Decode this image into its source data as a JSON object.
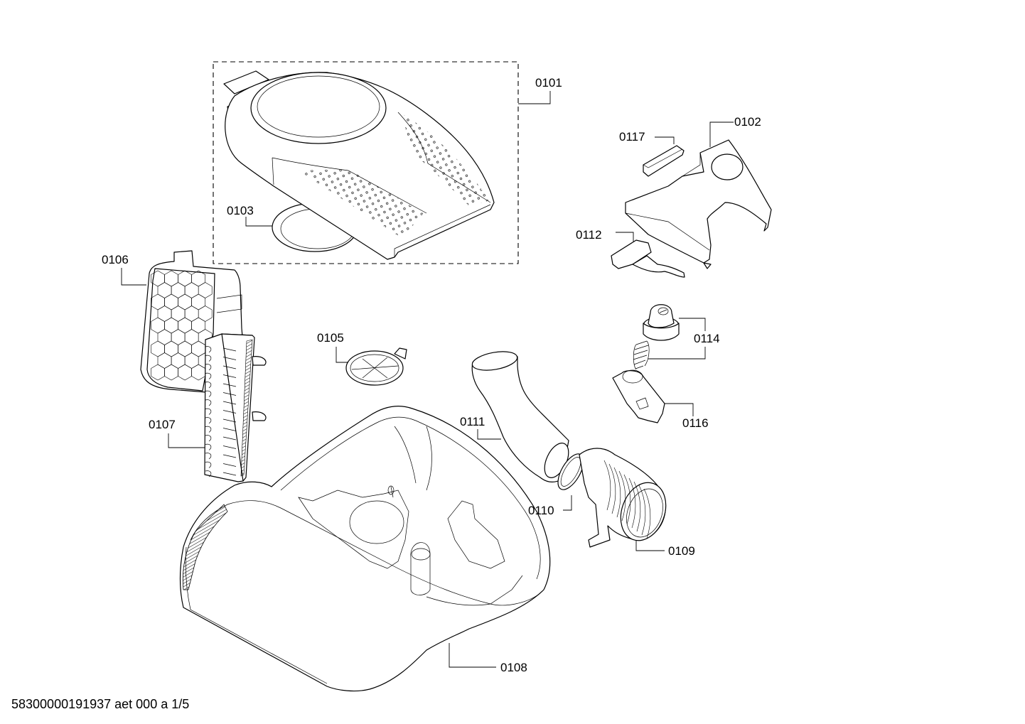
{
  "diagram": {
    "type": "exploded-parts-diagram",
    "subject": "vacuum cleaner housing assembly",
    "footer": "58300000191937 aet 000 a 1/5",
    "parts": [
      {
        "id": "0101",
        "label": "0101",
        "description": "top cover assembly (dashed group)"
      },
      {
        "id": "0102",
        "label": "0102",
        "description": "handle / lid frame"
      },
      {
        "id": "0103",
        "label": "0103",
        "description": "seal ring"
      },
      {
        "id": "0105",
        "label": "0105",
        "description": "spoked grille disc"
      },
      {
        "id": "0106",
        "label": "0106",
        "description": "honeycomb filter frame"
      },
      {
        "id": "0107",
        "label": "0107",
        "description": "pleated filter cassette"
      },
      {
        "id": "0108",
        "label": "0108",
        "description": "main housing body"
      },
      {
        "id": "0109",
        "label": "0109",
        "description": "corrugated inlet socket"
      },
      {
        "id": "0110",
        "label": "0110",
        "description": "o-ring"
      },
      {
        "id": "0111",
        "label": "0111",
        "description": "curved air duct"
      },
      {
        "id": "0112",
        "label": "0112",
        "description": "release button with lever"
      },
      {
        "id": "0114",
        "label": "0114",
        "description": "knob with spring"
      },
      {
        "id": "0116",
        "label": "0116",
        "description": "knob holder bracket"
      },
      {
        "id": "0117",
        "label": "0117",
        "description": "small slider cap"
      }
    ]
  }
}
